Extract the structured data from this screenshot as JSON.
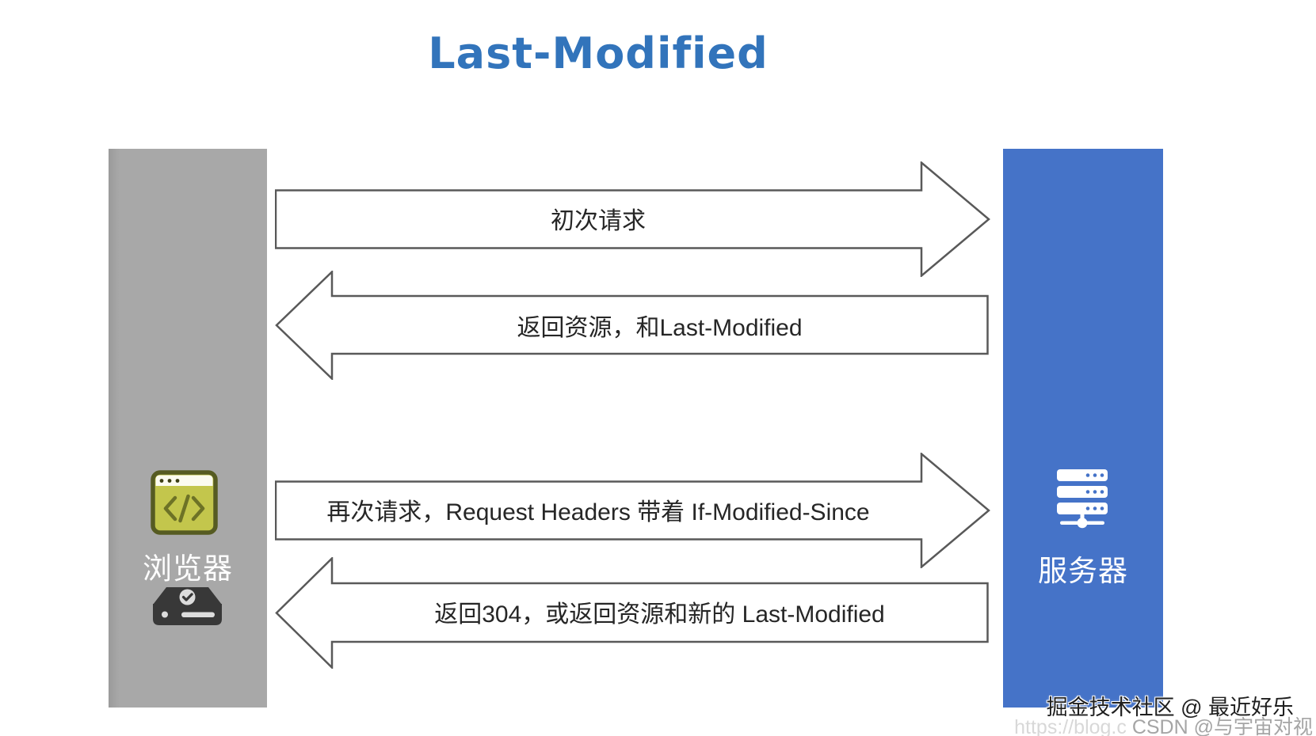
{
  "title": "Last-Modified",
  "browser_column": {
    "label": "浏览器",
    "icons": [
      "browser-code-icon",
      "disk-check-icon"
    ]
  },
  "server_column": {
    "label": "服务器",
    "icons": [
      "server-stack-icon"
    ]
  },
  "arrows": [
    {
      "direction": "right",
      "from": "browser",
      "to": "server",
      "label": "初次请求"
    },
    {
      "direction": "left",
      "from": "server",
      "to": "browser",
      "label": "返回资源，和Last-Modified"
    },
    {
      "direction": "right",
      "from": "browser",
      "to": "server",
      "label": "再次请求，Request Headers 带着 If-Modified-Since"
    },
    {
      "direction": "left",
      "from": "server",
      "to": "browser",
      "label": "返回304，或返回资源和新的 Last-Modified"
    }
  ],
  "watermark": {
    "line1": "掘金技术社区 @ 最近好乐",
    "line2_prefix": "https://blog.c",
    "line2_main": "CSDN @与宇宙对视"
  },
  "colors": {
    "title_blue": "#3274bb",
    "browser_column_gray": "#a8a8a8",
    "server_column_blue": "#4573c8",
    "arrow_outline": "#595959",
    "arrow_fill": "#ffffff",
    "label_text": "#262626",
    "browser_icon_body": "#c3c64c",
    "browser_icon_border": "#565b22",
    "disk_icon": "#383838",
    "server_icon": "#ffffff"
  }
}
